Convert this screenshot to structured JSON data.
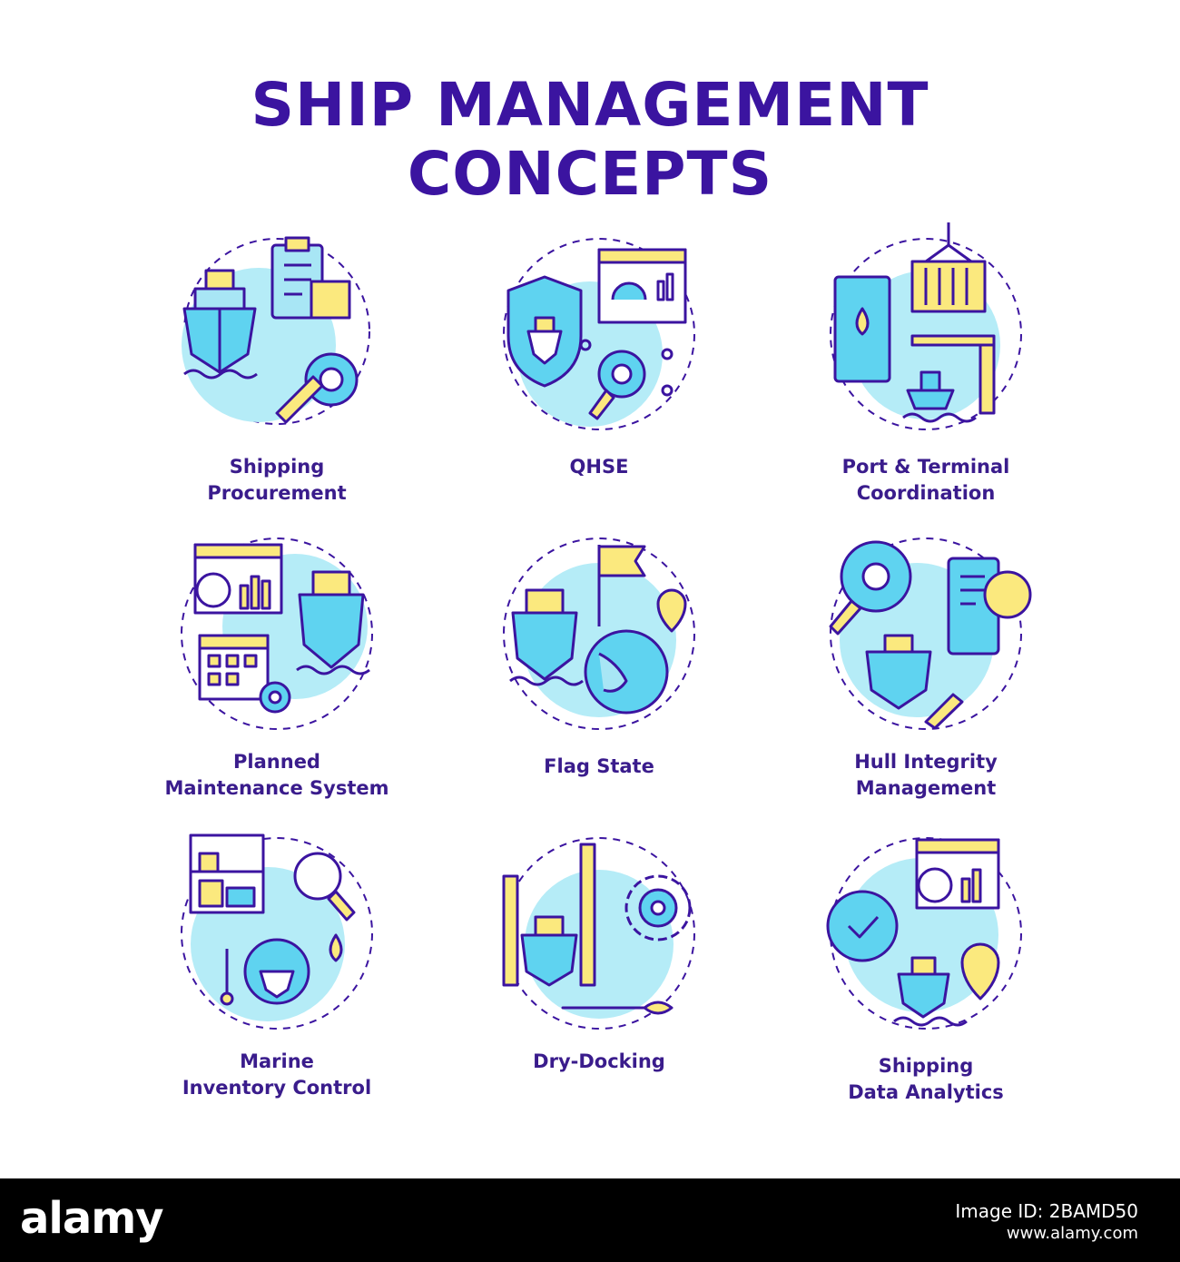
{
  "title_line1": "SHIP MANAGEMENT",
  "title_line2": "CONCEPTS",
  "colors": {
    "stroke": "#3b14a0",
    "blue": "#5fd3f0",
    "light_blue": "#a8e6f5",
    "yellow": "#fbe97e",
    "bg_circle": "#b5ecf7"
  },
  "concepts": [
    {
      "label_line1": "Shipping",
      "label_line2": "Procurement",
      "icon": "ship-clipboard-wrench-icon"
    },
    {
      "label_line1": "QHSE",
      "label_line2": "",
      "icon": "shield-ship-dashboard-icon"
    },
    {
      "label_line1": "Port & Terminal",
      "label_line2": "Coordination",
      "icon": "barrel-container-crane-icon"
    },
    {
      "label_line1": "Planned",
      "label_line2": "Maintenance System",
      "icon": "calendar-ship-chart-icon"
    },
    {
      "label_line1": "Flag State",
      "label_line2": "",
      "icon": "ship-flag-globe-icon"
    },
    {
      "label_line1": "Hull Integrity",
      "label_line2": "Management",
      "icon": "magnifier-eye-checklist-icon"
    },
    {
      "label_line1": "Marine",
      "label_line2": "Inventory Control",
      "icon": "shelf-gear-ship-icon"
    },
    {
      "label_line1": "Dry-Docking",
      "label_line2": "",
      "icon": "dock-ship-gear-wrench-icon"
    },
    {
      "label_line1": "Shipping",
      "label_line2": "Data Analytics",
      "icon": "gear-check-ship-location-icon"
    }
  ],
  "footer": {
    "brand": "alamy",
    "image_id": "Image ID: 2BAMD50",
    "site": "www.alamy.com"
  }
}
